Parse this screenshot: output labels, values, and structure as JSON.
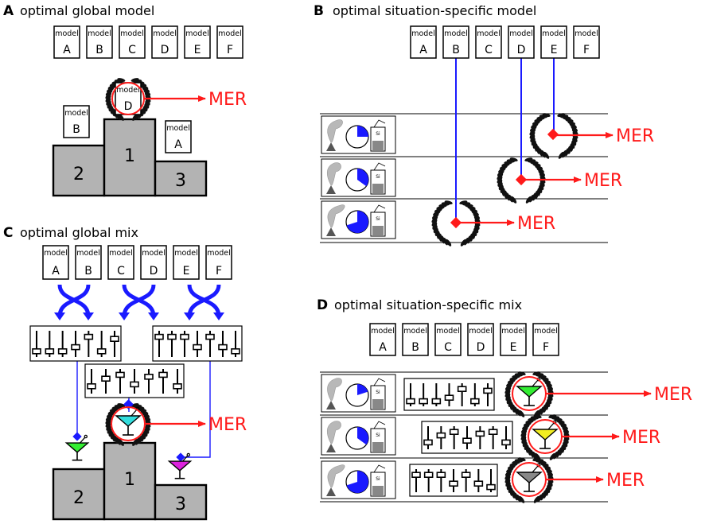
{
  "colors": {
    "red": "#ff1a1a",
    "blue": "#1a1aff",
    "podium_gray": "#b3b3b3",
    "green_drink": "#33ee33",
    "cyan_drink": "#33dddd",
    "magenta_drink": "#dd22dd",
    "yellow_drink": "#f2ee22",
    "gray_drink": "#888888"
  },
  "panels": {
    "A": {
      "letter": "A",
      "title": "optimal global model"
    },
    "B": {
      "letter": "B",
      "title": "optimal situation-specific model"
    },
    "C": {
      "letter": "C",
      "title": "optimal global mix"
    },
    "D": {
      "letter": "D",
      "title": "optimal situation-specific mix"
    }
  },
  "model_word": "model",
  "models": [
    "A",
    "B",
    "C",
    "D",
    "E",
    "F"
  ],
  "podium": {
    "first": "1",
    "second": "2",
    "third": "3"
  },
  "panel_a_podium_models": {
    "first": "D",
    "second": "B",
    "third": "A"
  },
  "panel_b_winners": [
    "E",
    "D",
    "B"
  ],
  "mer_label": "MER",
  "sensor_label": "Si",
  "icons": {
    "laurel": "laurel-wreath-icon",
    "cocktail": "cocktail-glass-icon",
    "mixer": "mixer-sliders-icon",
    "smoke": "smoke-plume-icon",
    "clock": "pie-clock-icon",
    "sensor": "sensor-box-icon",
    "cross_arrows": "crossing-arrows-icon"
  }
}
